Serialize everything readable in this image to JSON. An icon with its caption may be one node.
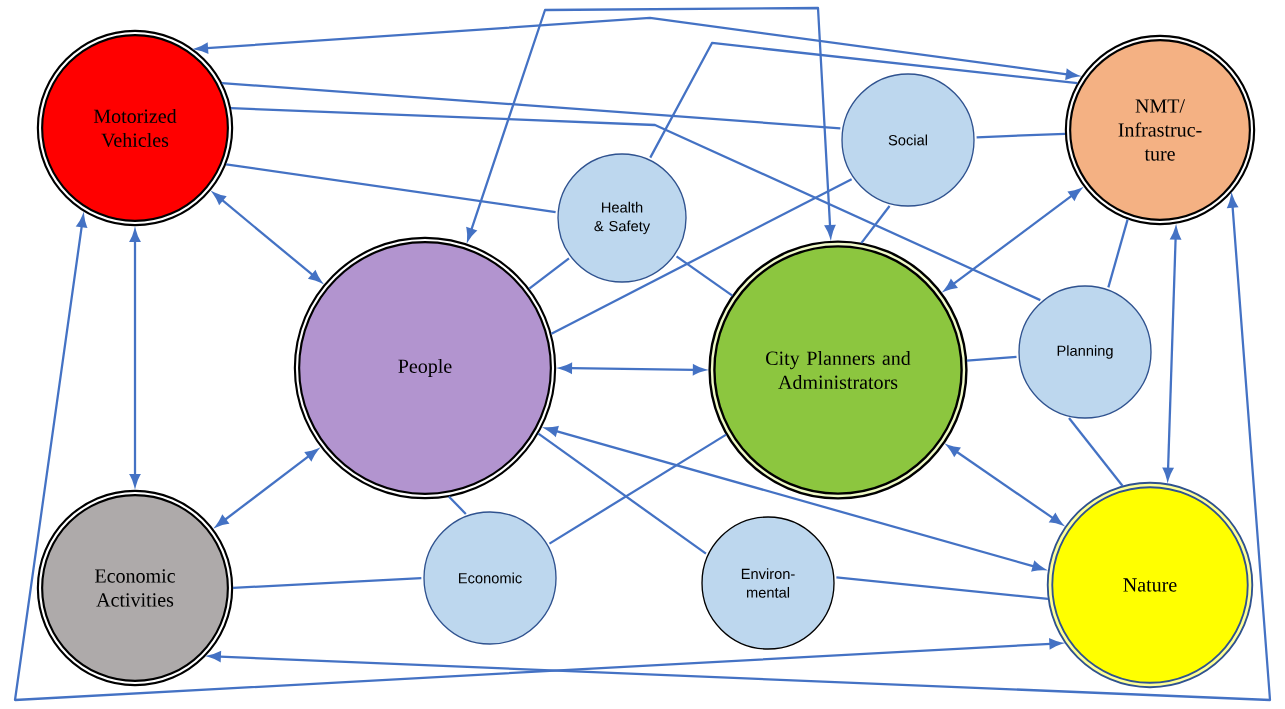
{
  "diagram": {
    "nodes": [
      {
        "text": [
          "Motorized Vehicles"
        ]
      },
      {
        "text": [
          "NMT/ Infrastruc- ture"
        ]
      },
      {
        "text": [
          "Social"
        ]
      },
      {
        "text": [
          "Health & Safety"
        ]
      },
      {
        "text": [
          "People"
        ]
      },
      {
        "text": [
          "City Planners and Administrators"
        ]
      },
      {
        "text": [
          "Planning"
        ]
      },
      {
        "text": [
          "Economic Activities"
        ]
      },
      {
        "text": [
          "Economic"
        ]
      },
      {
        "text": [
          "Environ- mental"
        ]
      },
      {
        "text": [
          "Nature"
        ]
      }
    ],
    "edges": [
      {
        "from": 0,
        "to": 1,
        "arrow": "both"
      },
      {
        "from": 4,
        "to": 5,
        "arrow": "both"
      },
      {
        "from": 3,
        "to": 1,
        "arrow": "none"
      },
      {
        "from": 0,
        "to": 2,
        "arrow": "none"
      },
      {
        "from": 0,
        "to": 6,
        "arrow": "none"
      },
      {
        "from": 0,
        "to": 3,
        "arrow": "none"
      },
      {
        "from": 0,
        "to": 4,
        "arrow": "both"
      },
      {
        "from": 0,
        "to": 7,
        "arrow": "both"
      },
      {
        "from": 0,
        "to": 10,
        "arrow": "both"
      },
      {
        "from": 7,
        "to": 1,
        "arrow": "both"
      },
      {
        "from": 3,
        "to": 4,
        "arrow": "none"
      },
      {
        "from": 3,
        "to": 5,
        "arrow": "none"
      },
      {
        "from": 2,
        "to": 4,
        "arrow": "none"
      },
      {
        "from": 2,
        "to": 5,
        "arrow": "none"
      },
      {
        "from": 2,
        "to": 1,
        "arrow": "none"
      },
      {
        "from": 5,
        "to": 1,
        "arrow": "both"
      },
      {
        "from": 5,
        "to": 6,
        "arrow": "none"
      },
      {
        "from": 6,
        "to": 1,
        "arrow": "none"
      },
      {
        "from": 6,
        "to": 10,
        "arrow": "none"
      },
      {
        "from": 1,
        "to": 10,
        "arrow": "both"
      },
      {
        "from": 4,
        "to": 5,
        "arrow": "both"
      },
      {
        "from": 4,
        "to": 7,
        "arrow": "both"
      },
      {
        "from": 4,
        "to": 8,
        "arrow": "none"
      },
      {
        "from": 4,
        "to": 10,
        "arrow": "both"
      },
      {
        "from": 4,
        "to": 9,
        "arrow": "none"
      },
      {
        "from": 8,
        "to": 5,
        "arrow": "none"
      },
      {
        "from": 7,
        "to": 8,
        "arrow": "none"
      },
      {
        "from": 9,
        "to": 10,
        "arrow": "none"
      },
      {
        "from": 5,
        "to": 10,
        "arrow": "both"
      }
    ]
  }
}
